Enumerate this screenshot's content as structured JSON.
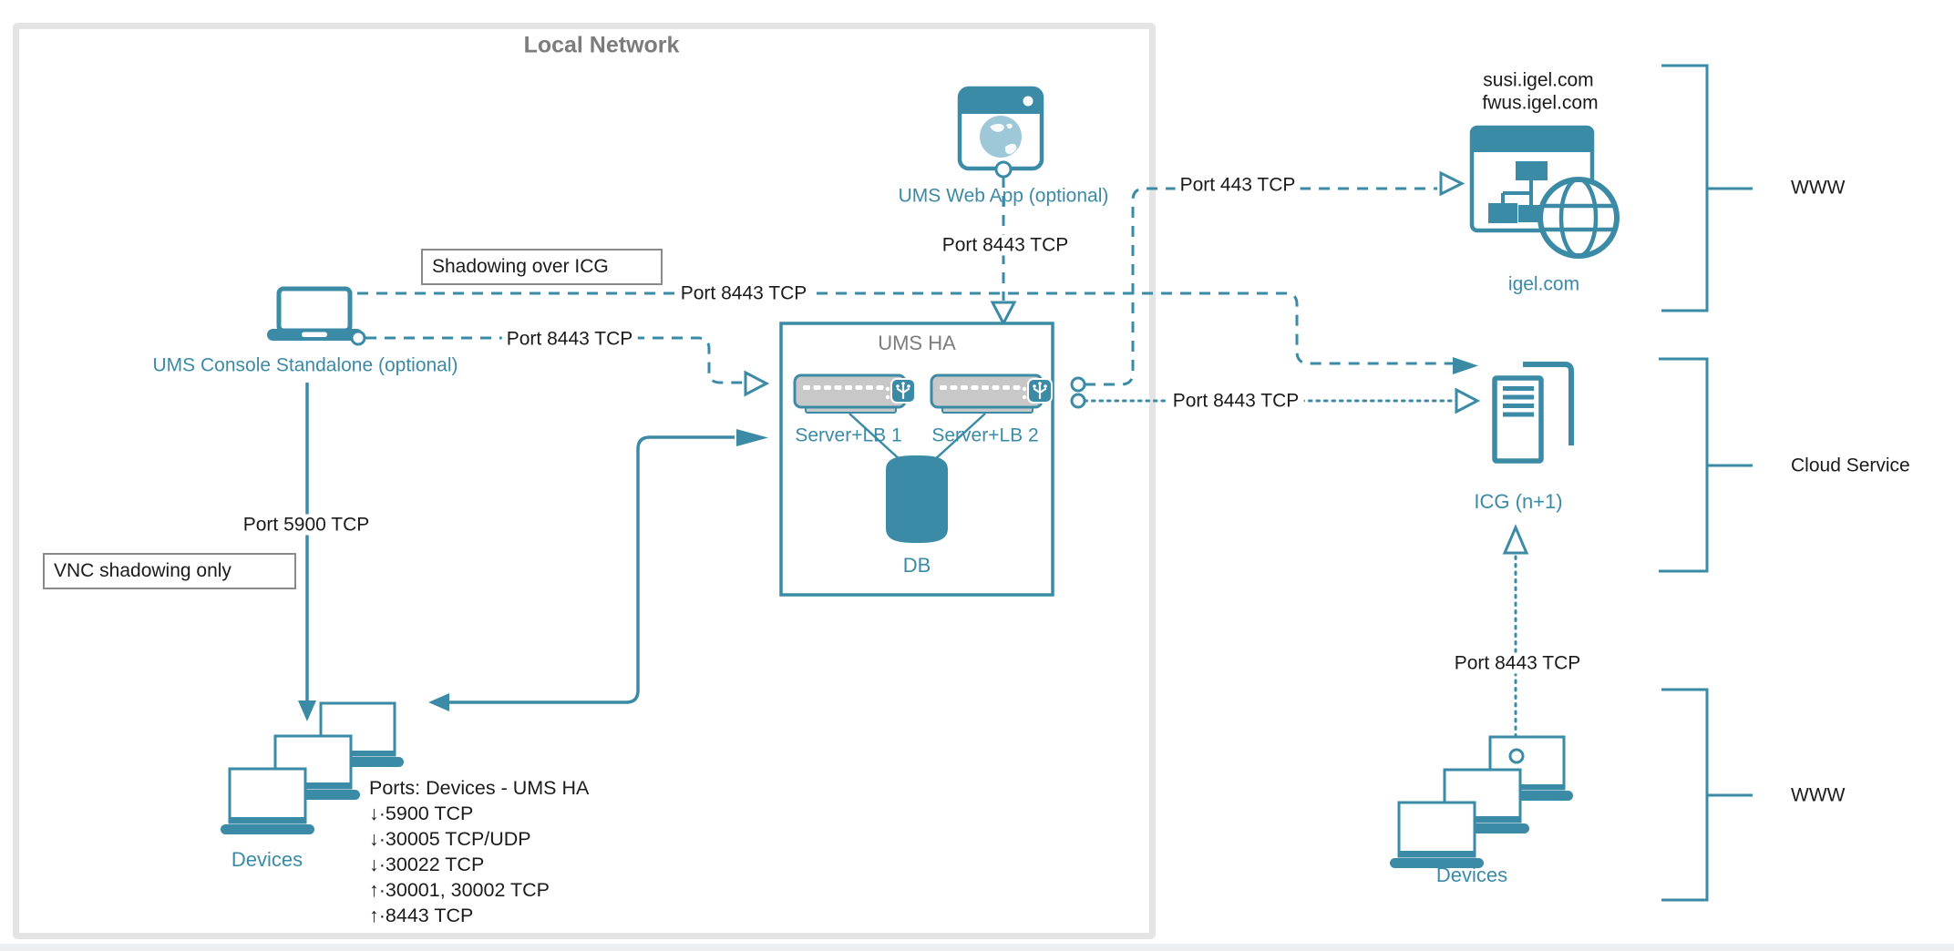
{
  "colors": {
    "teal": "#3B8AA6",
    "teal_light": "#9EC8D7",
    "gray_text": "#7C7C7C",
    "black": "#1B1B1B",
    "box_border": "#8A8A8A",
    "frame_border": "#E4E4E4",
    "server_gray": "#C8C8C8",
    "bottom_strip": "#ECEEF0"
  },
  "local_network": {
    "title": "Local Network"
  },
  "nodes": {
    "console": {
      "label": "UMS Console Standalone (optional)"
    },
    "webapp": {
      "label": "UMS Web App (optional)"
    },
    "ums_ha": {
      "title": "UMS HA",
      "server1": "Server+LB 1",
      "server2": "Server+LB 2",
      "db": "DB"
    },
    "devices_local": {
      "label": "Devices"
    },
    "devices_www": {
      "label": "Devices"
    },
    "icg": {
      "label": "ICG (n+1)"
    },
    "igel": {
      "domain1": "susi.igel.com",
      "domain2": "fwus.igel.com",
      "label": "igel.com"
    }
  },
  "callouts": {
    "shadowing": "Shadowing over ICG",
    "vnc": "VNC shadowing only"
  },
  "port_labels": {
    "shadowing_8443": "Port 8443 TCP",
    "console_ums_8443": "Port 8443 TCP",
    "webapp_8443": "Port 8443 TCP",
    "igel_443": "Port 443 TCP",
    "icg_8443": "Port 8443 TCP",
    "vnc_5900": "Port 5900 TCP",
    "devices_icg_8443": "Port 8443 TCP"
  },
  "groups": {
    "www_top": "WWW",
    "cloud": "Cloud Service",
    "www_bottom": "WWW"
  },
  "ports_list": {
    "title": "Ports: Devices - UMS HA",
    "items": [
      "↓·5900 TCP",
      "↓·30005 TCP/UDP",
      "↓·30022 TCP",
      "↑·30001, 30002 TCP",
      "↑·8443 TCP"
    ]
  }
}
